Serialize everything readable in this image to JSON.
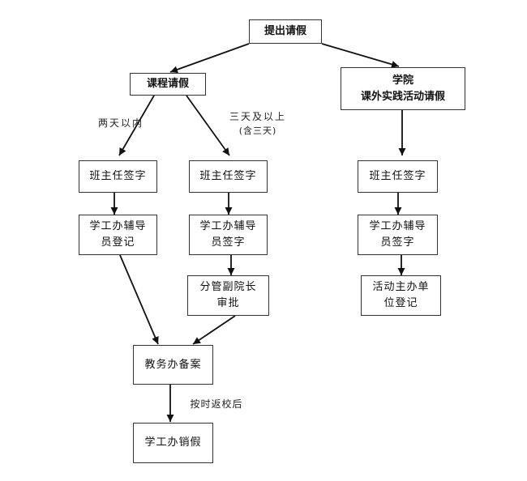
{
  "nodes": {
    "submit": "提出请假",
    "course": "课程请假",
    "college_line1": "学院",
    "college_line2": "课外实践活动请假",
    "a_class_teacher": "班主任签字",
    "a_counselor_line1": "学工办辅导",
    "a_counselor_line2": "员登记",
    "b_class_teacher": "班主任签字",
    "b_counselor_line1": "学工办辅导",
    "b_counselor_line2": "员签字",
    "b_dean_line1": "分管副院长",
    "b_dean_line2": "审批",
    "c_class_teacher": "班主任签字",
    "c_counselor_line1": "学工办辅导",
    "c_counselor_line2": "员签字",
    "c_organizer_line1": "活动主办单",
    "c_organizer_line2": "位登记",
    "academic_affairs": "教务办备案",
    "cancel_leave": "学工办销假"
  },
  "edge_labels": {
    "within_two_days": "两天以内",
    "three_days_line1": "三天及以上",
    "three_days_line2": "(含三天)",
    "after_return": "按时返校后"
  }
}
